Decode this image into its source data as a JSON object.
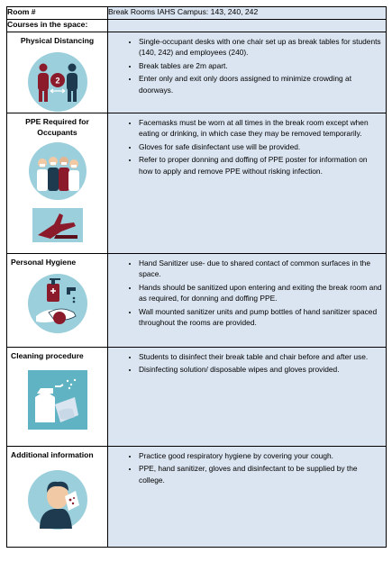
{
  "header": {
    "room_label": "Room #",
    "room_value": "Break Rooms IAHS Campus: 143, 240, 242",
    "courses_label": "Courses in the space:"
  },
  "sections": [
    {
      "title": "Physical Distancing",
      "icon": "two-people-distancing-icon",
      "distance_badge": "2",
      "bullets": [
        "Single-occupant desks with one chair set up as break tables for students (140, 242) and employees (240).",
        "Break tables are 2m apart.",
        "Enter only and exit only doors assigned to minimize crowding at doorways."
      ]
    },
    {
      "title": "PPE Required for Occupants",
      "icon": "healthcare-workers-masks-icon",
      "bullets": [
        "Facemasks must be worn at all times in the break room except when eating or drinking, in which case they may be removed temporarily.",
        "Gloves for safe disinfectant use will be provided.",
        "Refer to proper donning and doffing of PPE poster for information on how to apply and remove PPE without risking infection."
      ]
    },
    {
      "title": "Personal Hygiene",
      "icon": "hand-washing-icon",
      "bullets": [
        "Hand Sanitizer use- due to shared contact of common surfaces in the space.",
        "Hands should be sanitized upon entering and exiting the break room and as required, for donning and doffing PPE.",
        "Wall mounted sanitizer units and pump bottles of hand sanitizer spaced throughout the rooms are provided."
      ]
    },
    {
      "title": "Cleaning procedure",
      "icon": "spray-bottle-wipe-icon",
      "bullets": [
        "Students to disinfect their break table and chair before and after use.",
        "Disinfecting solution/ disposable wipes and gloves provided."
      ]
    },
    {
      "title": "Additional information",
      "icon": "cough-into-tissue-icon",
      "bullets": [
        "Practice good respiratory hygiene by covering your cough.",
        "PPE, hand sanitizer, gloves and disinfectant to be supplied by the college."
      ]
    }
  ],
  "colors": {
    "cell_blue": "#dbe5f1",
    "icon_teal": "#9bcfdc",
    "icon_maroon": "#8b1a2b",
    "icon_dark": "#1e3a4f"
  }
}
